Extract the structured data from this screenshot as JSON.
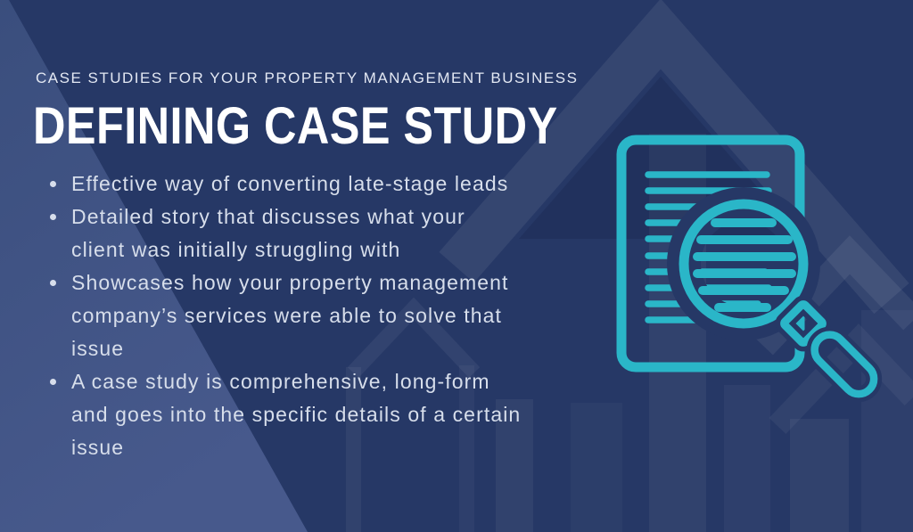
{
  "slide": {
    "eyebrow": "CASE STUDIES FOR YOUR PROPERTY MANAGEMENT BUSINESS",
    "title": "DEFINING CASE STUDY",
    "bullets": [
      {
        "lines": [
          "Effective way of converting late-stage leads"
        ]
      },
      {
        "lines": [
          "Detailed story that discusses what your",
          "client was initially struggling with"
        ]
      },
      {
        "lines": [
          "Showcases how your property management",
          "company’s services were able to solve that",
          "issue"
        ]
      },
      {
        "lines": [
          "A case study is comprehensive, long-form",
          "and goes into the specific details of a certain",
          "issue"
        ]
      }
    ],
    "icon": "document-magnifier-icon",
    "colors": {
      "background": "#263866",
      "left_wedge": "#3f5383",
      "accent_teal": "#2ab6c8",
      "title_text": "#ffffff",
      "body_text": "#d7deeb"
    }
  }
}
